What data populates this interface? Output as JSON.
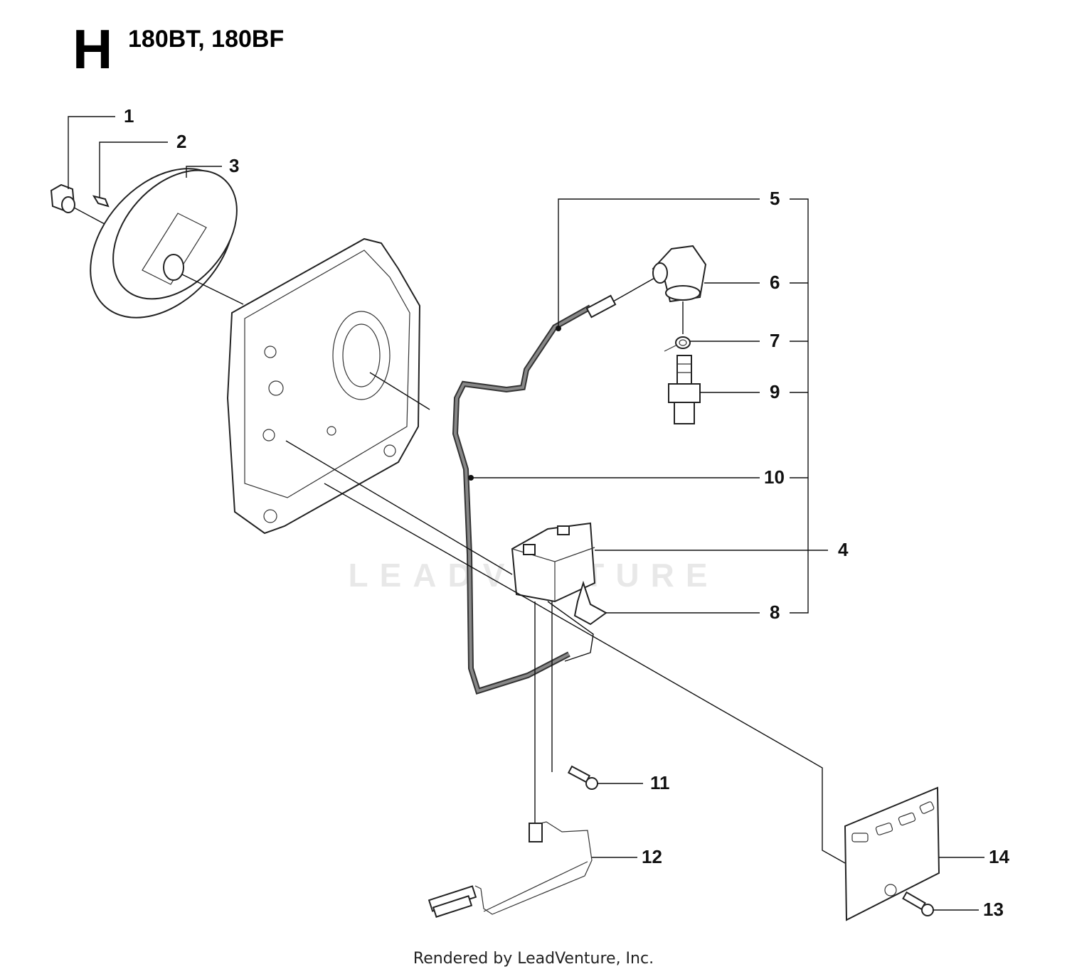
{
  "header": {
    "section_letter": "H",
    "models": "180BT, 180BF"
  },
  "watermark": "LEADVENTURE",
  "footer": "Rendered by LeadVenture, Inc.",
  "callouts": {
    "c1": "1",
    "c2": "2",
    "c3": "3",
    "c4": "4",
    "c5": "5",
    "c6": "6",
    "c7": "7",
    "c8": "8",
    "c9": "9",
    "c10": "10",
    "c11": "11",
    "c12": "12",
    "c13": "13",
    "c14": "14"
  }
}
